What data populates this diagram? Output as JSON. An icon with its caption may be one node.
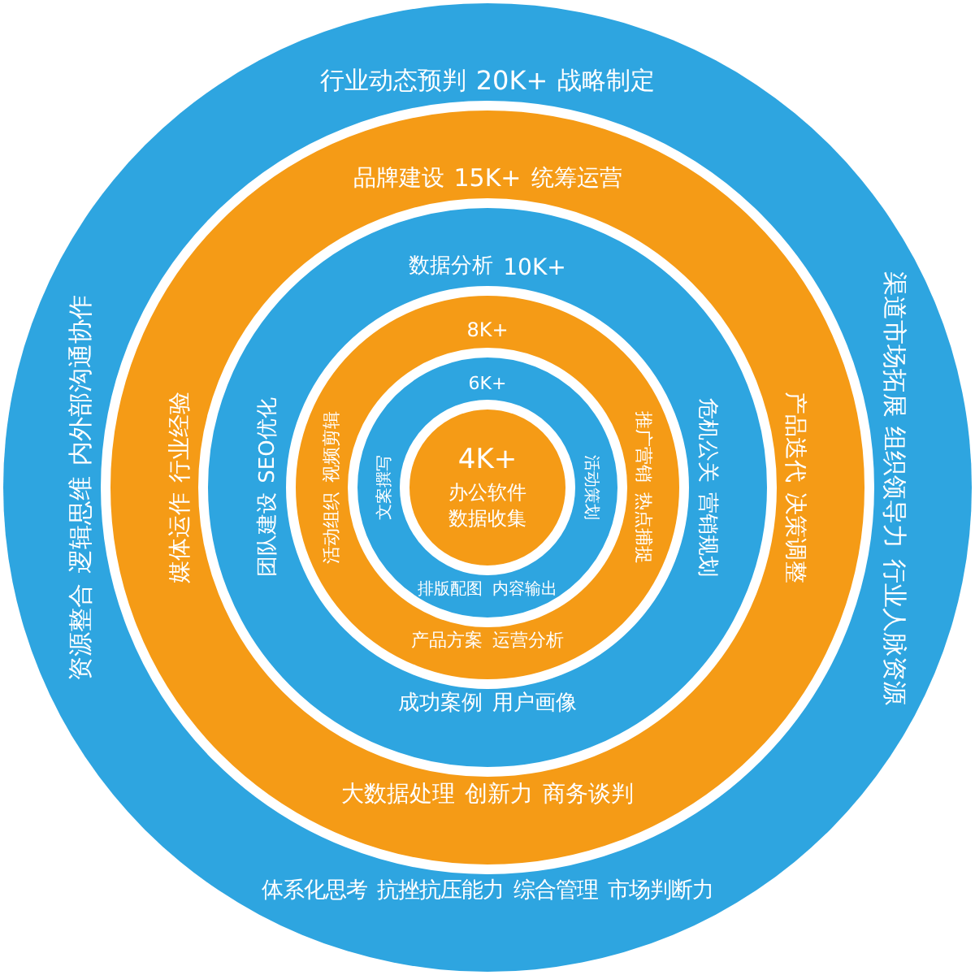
{
  "diagram": {
    "nodes": [
      {
        "text": [
          "20K+",
          "战略制定",
          "渠道市场拓展",
          "组织领导力",
          "行业人脉资源",
          "市场判断力",
          "综合管理",
          "抗挫抗压能力",
          "体系化思考",
          "资源整合",
          "逻辑思维",
          "内外部沟通协作",
          "行业动态预判"
        ]
      },
      {
        "text": [
          "15K+",
          "统筹运营",
          "产品迭代",
          "决策调整",
          "商务谈判",
          "创新力",
          "大数据处理",
          "媒体运作",
          "行业经验",
          "品牌建设"
        ],
        "in": 0
      },
      {
        "text": [
          "10K+",
          "危机公关",
          "营销规划",
          "用户画像",
          "成功案例",
          "团队建设",
          "SEO优化",
          "数据分析"
        ],
        "in": 1
      },
      {
        "text": [
          "8K+",
          "推广营销",
          "热点捕捉",
          "运营分析",
          "产品方案",
          "活动组织",
          "视频剪辑"
        ],
        "in": 2
      },
      {
        "text": [
          "6K+",
          "活动策划",
          "内容输出",
          "排版配图",
          "文案撰写"
        ],
        "in": 3
      },
      {
        "text": [
          "4K+",
          "办公软件",
          "数据收集"
        ],
        "in": 4
      }
    ]
  }
}
